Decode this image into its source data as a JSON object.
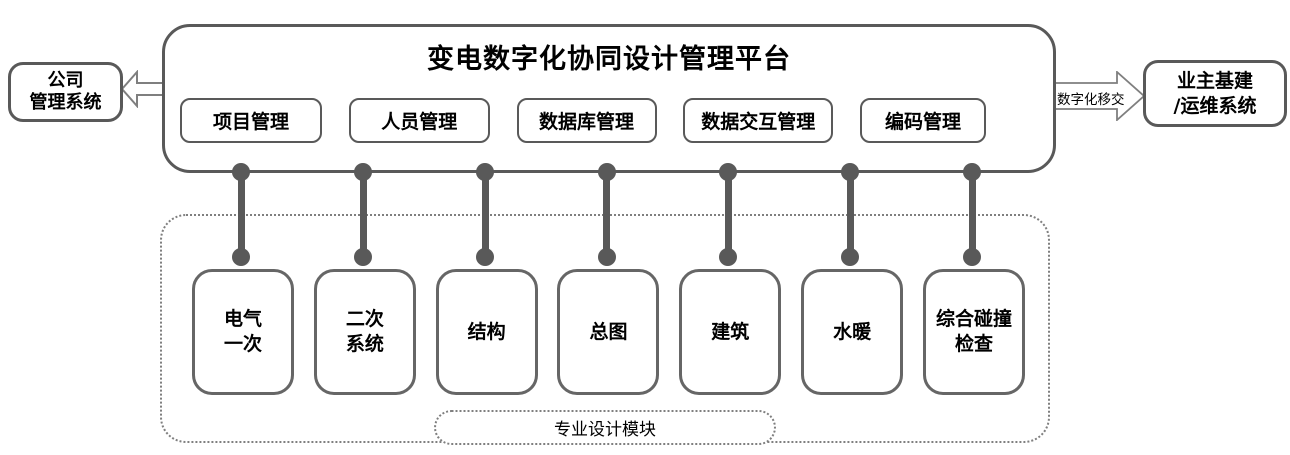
{
  "platform": {
    "title": "变电数字化协同设计管理平台",
    "functions": [
      {
        "label": "项目管理"
      },
      {
        "label": "人员管理"
      },
      {
        "label": "数据库管理"
      },
      {
        "label": "数据交互管理"
      },
      {
        "label": "编码管理"
      }
    ]
  },
  "left_system": {
    "label": "公司\n管理系统"
  },
  "right_system": {
    "label": "业主基建\n/运维系统"
  },
  "transfer_arrow": {
    "label": "数字化移交"
  },
  "design_section": {
    "caption": "专业设计模块",
    "modules": [
      {
        "label": "电气\n一次"
      },
      {
        "label": "二次\n系统"
      },
      {
        "label": "结构"
      },
      {
        "label": "总图"
      },
      {
        "label": "建筑"
      },
      {
        "label": "水暖"
      },
      {
        "label": "综合碰撞\n检查"
      }
    ]
  },
  "colors": {
    "box_border": "#595959",
    "module_border": "#666666",
    "connector": "#595959",
    "dotted_border": "#7f7f7f",
    "arrow_outline": "#7f7f7f",
    "text": "#000000",
    "background": "#ffffff"
  }
}
